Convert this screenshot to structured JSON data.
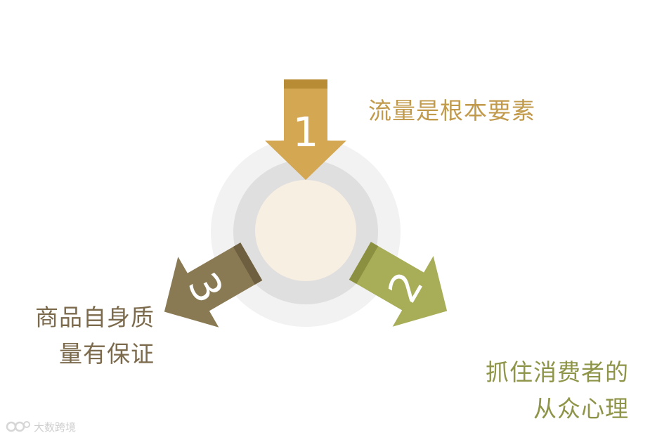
{
  "steps": [
    {
      "number": "1",
      "text": "流量是根本要素",
      "color": "#d4a753",
      "edge_color": "#b78c34"
    },
    {
      "number": "2",
      "text_lines": [
        "抓住消费者的",
        "从众心理"
      ],
      "color": "#a8ad58",
      "edge_color": "#8b9040"
    },
    {
      "number": "3",
      "text_lines": [
        "商品自身质",
        "量有保证"
      ],
      "color": "#8a7a53",
      "edge_color": "#6d5f3f"
    }
  ],
  "rings": {
    "outer": "#f2f2f2",
    "middle": "#dfdfdf",
    "center": "#f8efe3"
  },
  "watermark": {
    "text": "大数跨境"
  }
}
